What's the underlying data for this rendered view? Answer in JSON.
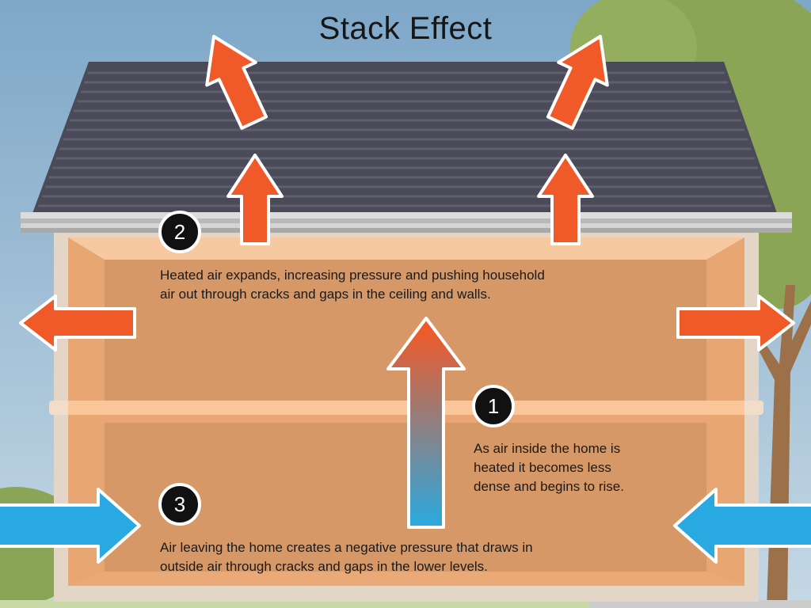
{
  "title": "Stack Effect",
  "steps": [
    {
      "number": "1",
      "lines": [
        "As air inside the home is",
        "heated it becomes less",
        "dense and begins to rise."
      ]
    },
    {
      "number": "2",
      "lines": [
        "Heated air expands, increasing pressure and pushing household",
        "air out through cracks and gaps in the ceiling and walls."
      ]
    },
    {
      "number": "3",
      "lines": [
        "Air leaving the home creates a negative pressure that draws in",
        "outside air through cracks and gaps in the lower levels."
      ]
    }
  ],
  "colors": {
    "sky": "#8fb3cf",
    "roof": "#4a4a58",
    "house_interior": "#d69866",
    "warm_arrow": "#ef5a28",
    "cool_arrow": "#29a9e1",
    "tree_foliage": "#8aa556",
    "tree_trunk": "#9c7048",
    "badge": "#111111"
  }
}
